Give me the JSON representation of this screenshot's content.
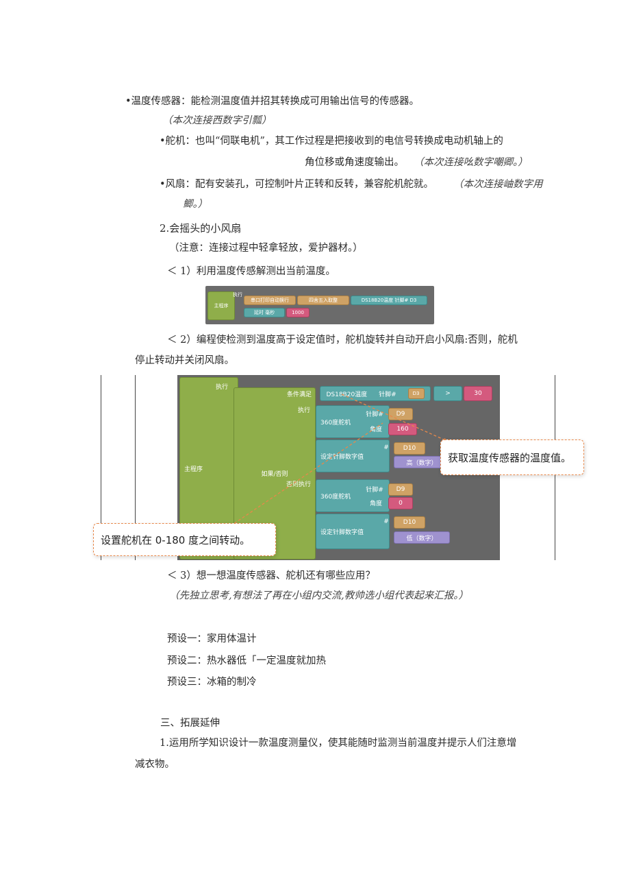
{
  "lines": {
    "l1": "•温度传感器：能检测温度值并招其转换成可用输出信号的传感器。",
    "l2": "（本次连接西数字引瓢）",
    "l3": "•舵机：也叫“伺联电机”，其工作过程是把接收到的电信号转换成电动机轴上的",
    "l4a": "角位移或角速度输出。",
    "l4b": "（本次连接吆数字嘲卿。）",
    "l5a": "•风扇：配有安装孔，可控制叶片正转和反转，兼容舵机舵就。",
    "l5b": "（本次连接岫数字用",
    "l6": "鲫。）",
    "l7": "2.会摇头的小风扇",
    "l8": "（注意：连接过程中轻拿轻放，爱护器材。）",
    "l9": "＜ 1）利用温度传感解测出当前温度。",
    "l10": "＜ 2）编程使检测到温度高于设定值时，舵机旋转并自动开启小风扇:否则，舵机",
    "l11": "停止转动并关闭风扇。",
    "l12": "＜ 3）想一想温度传感器、舵机还有哪些应用？",
    "l13": "（先独立思考,有想法了再在小组内交流,教帅选小组代表起来汇报。）",
    "l14": "预设一：家用体温计",
    "l15": "预设二：热水器低「一定温度就加热",
    "l16": "预设三：冰箱的制冷",
    "l17": "三、拓展延伸",
    "l18": "1.运用所学知识设计一款温度测量仪，使其能随时监测当前温度并提示人们注意增",
    "l19": "减衣物。"
  },
  "code1": {
    "main": "主程序",
    "exec": "执行",
    "serial": "串口打印自动换行",
    "round": "四舍五入取整",
    "sensor": "DS18B20温度 针脚# D3",
    "delay": "延时 毫秒",
    "delay_val": "1000"
  },
  "code2": {
    "main": "主程序",
    "exec": "执行",
    "ifelse": "如果/否则",
    "cond": "条件满足",
    "sensor": "DS18B20温度",
    "pin_label": "针脚#",
    "sensor_pin": "D3",
    "op": ">",
    "threshold": "30",
    "exec2": "执行",
    "servo1": "360度舵机",
    "servo1_pin_label": "针脚#",
    "servo1_pin": "D9",
    "servo1_angle_label": "角度",
    "servo1_angle": "160",
    "setpin1": "设定针脚数字值",
    "setpin1_hash": "#",
    "setpin1_pin": "D10",
    "setpin1_val": "高（数字）",
    "else": "否则执行",
    "servo2": "360度舵机",
    "servo2_pin_label": "针脚#",
    "servo2_pin": "D9",
    "servo2_angle_label": "角度",
    "servo2_angle": "0",
    "setpin2": "设定针脚数字值",
    "setpin2_hash": "#",
    "setpin2_pin": "D10",
    "setpin2_val": "低（数字）"
  },
  "callouts": {
    "right": "获取温度传感器的温度值。",
    "left": "设置舵机在 0-180 度之间转动。"
  }
}
